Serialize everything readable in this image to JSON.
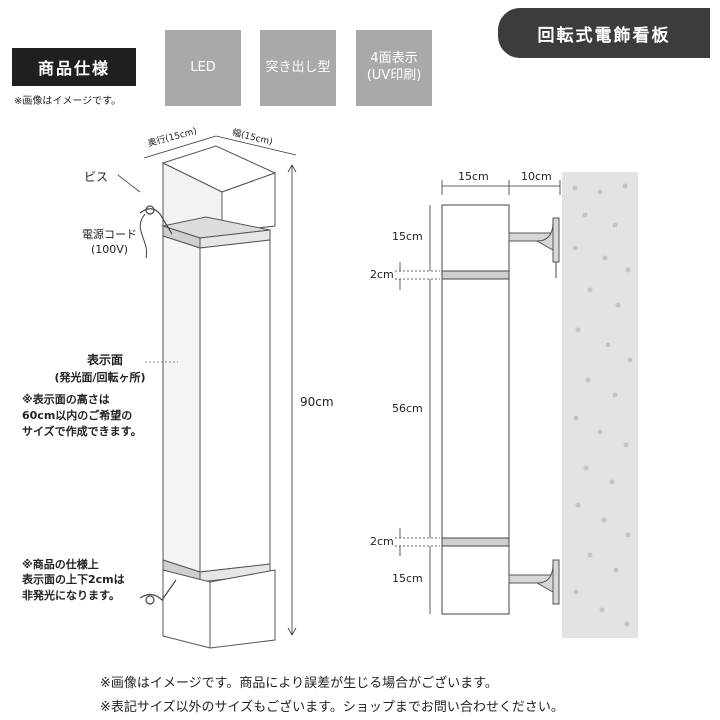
{
  "header": {
    "title": "回転式電飾看板"
  },
  "spec": {
    "label": "商品仕様",
    "note": "※画像はイメージです。",
    "chips": [
      "LED",
      "突き出し型",
      "4面表示\n(UV印刷)"
    ]
  },
  "left_figure": {
    "depth_label": "奥行(15cm)",
    "width_label": "幅(15cm)",
    "screw_label": "ビス",
    "cord_label": "電源コード\n(100V)",
    "display_title": "表示面",
    "display_sub": "(発光面/回転ヶ所)",
    "display_note": "※表示面の高さは\n60cm以内のご希望の\nサイズで作成できます。",
    "spec_note": "※商品の仕様上\n表示面の上下2cmは\n非発光になります。",
    "height_label": "90cm"
  },
  "right_figure": {
    "width_label": "15cm",
    "offset_label": "10cm",
    "dims": [
      "15cm",
      "2cm",
      "56cm",
      "2cm",
      "15cm"
    ]
  },
  "footer": {
    "line1": "※画像はイメージです。商品により誤差が生じる場合がございます。",
    "line2": "※表記サイズ以外のサイズもございます。ショップまでお問い合わせください。"
  }
}
